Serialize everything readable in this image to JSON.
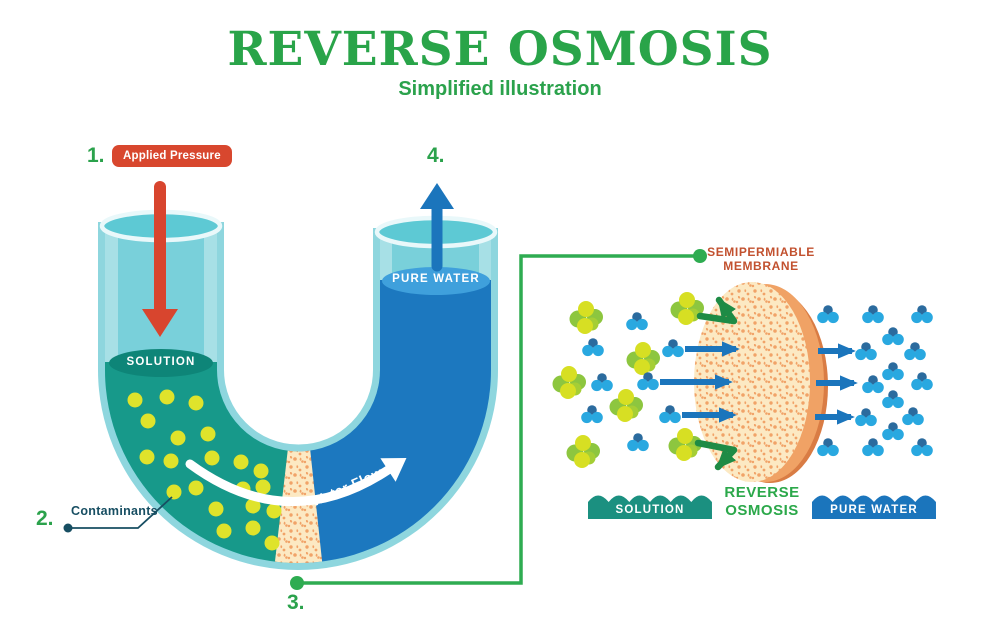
{
  "title": "REVERSE OSMOSIS",
  "subtitle": "Simplified illustration",
  "colors": {
    "green": "#2BA24C",
    "red": "#D8472E",
    "blue": "#1B75BC",
    "teal_solution": "#17998A",
    "teal_dark": "#0E8578",
    "cyan_tube": "#79D0DA",
    "cyan_border": "#8ED6DE",
    "yellow_contaminant": "#DFE32B",
    "membrane_tan": "#FCE9C3",
    "membrane_orange": "#F0A265",
    "membrane_shadow": "#D97C44",
    "label_dark": "#174E62",
    "membrane_label_orange": "#C2512F",
    "water_light": "#3FA0DC",
    "molecule_blue_light": "#29A8E0",
    "molecule_blue_dark": "#2B6B9E",
    "molecule_yellow": "#D7DF23",
    "molecule_green": "#8DC63F"
  },
  "utube": {
    "step1": "1.",
    "applied_pressure": "Applied Pressure",
    "step2": "2.",
    "contaminants": "Contaminants",
    "step3": "3.",
    "step4": "4.",
    "solution": "SOLUTION",
    "pure_water": "PURE WATER",
    "water_flow": "Water Flow"
  },
  "membrane_panel": {
    "membrane_label_line1": "SEMIPERMIABLE",
    "membrane_label_line2": "MEMBRANE",
    "solution": "SOLUTION",
    "reverse_osmosis_line1": "REVERSE",
    "reverse_osmosis_line2": "OSMOSIS",
    "pure_water": "PURE WATER"
  }
}
